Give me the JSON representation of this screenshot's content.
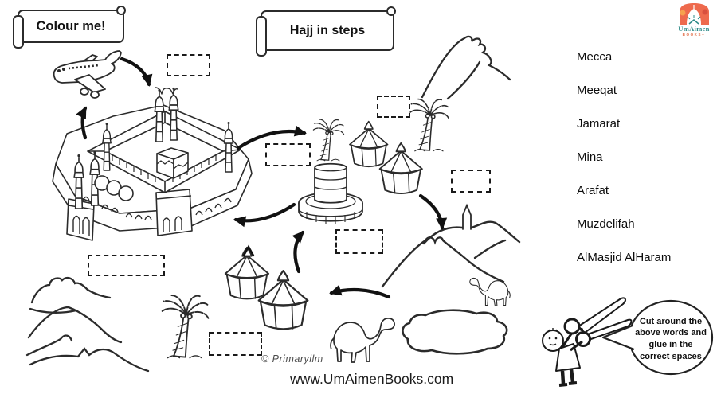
{
  "banners": {
    "colour_me": "Colour me!",
    "title": "Hajj in steps"
  },
  "logo": {
    "name": "UmAimen",
    "subtitle": "BOOKS+",
    "colors": {
      "orange": "#ee6a4d",
      "teal": "#2e8b88"
    }
  },
  "word_list": [
    "Mecca",
    "Meeqat",
    "Jamarat",
    "Mina",
    "Arafat",
    "Muzdelifah",
    "AlMasjid AlHaram"
  ],
  "bubble": {
    "text": "Cut around the above words and glue in the correct spaces"
  },
  "footer": {
    "credit": "© Primaryilm",
    "website": "www.UmAimenBooks.com"
  },
  "worksheet": {
    "blank_spaces_count": 7,
    "figures": [
      "airplane",
      "masjid-al-haram-with-kaaba",
      "palm-tree",
      "pilgrim-tents",
      "jamarat-pillar",
      "mount-arafat-with-pillar",
      "mountains",
      "camel",
      "desert-rock",
      "scissors-character"
    ],
    "ink_color": "#2b2b2b"
  }
}
